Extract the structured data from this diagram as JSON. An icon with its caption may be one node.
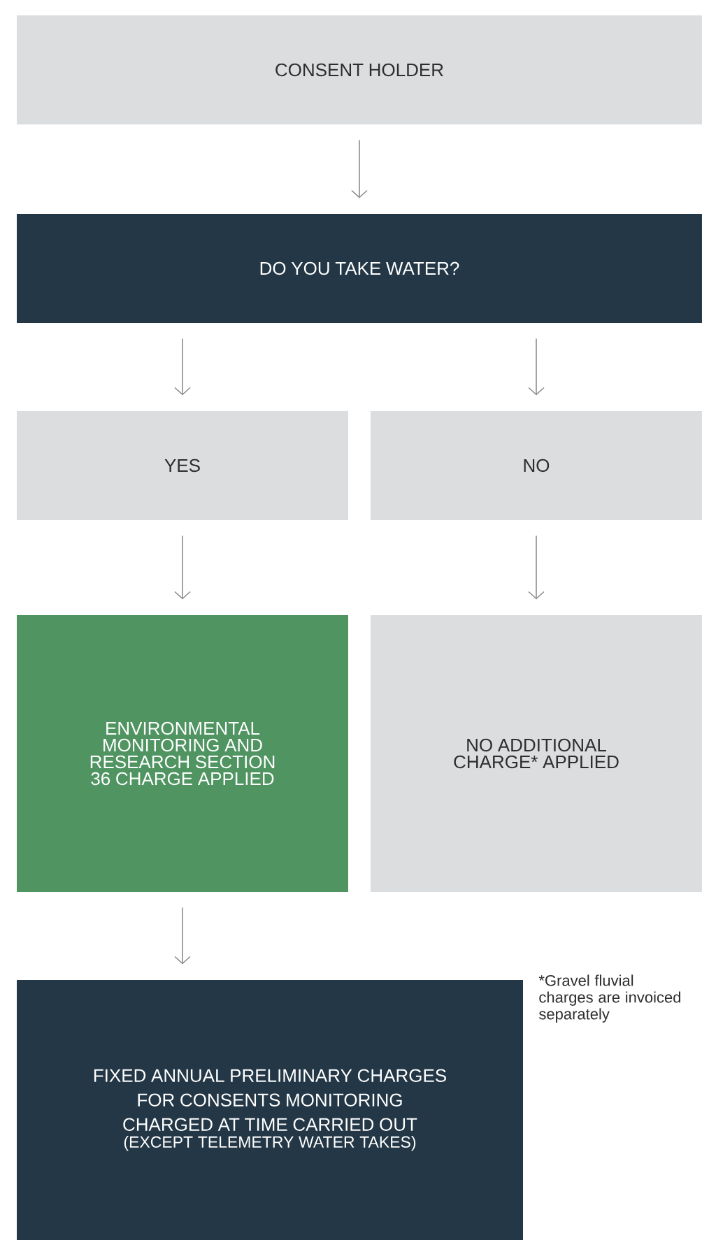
{
  "diagram": {
    "nodes": [
      {
        "text": [
          "CONSENT HOLDER"
        ]
      },
      {
        "text": [
          "DO YOU TAKE WATER?"
        ]
      },
      {
        "text": [
          "YES"
        ]
      },
      {
        "text": [
          "NO"
        ]
      },
      {
        "text": [
          "ENVIRONMENTAL MONITORING AND RESEARCH SECTION 36 CHARGE APPLIED"
        ]
      },
      {
        "text": [
          "NO ADDITIONAL CHARGE* APPLIED"
        ]
      },
      {
        "text": [
          "FIXED ANNUAL PRELIMINARY CHARGES FOR CONSENTS MONITORING CHARGED AT TIME CARRIED OUT",
          "(EXCEPT TELEMETRY WATER TAKES)"
        ]
      }
    ],
    "edges": [
      {
        "from": 0,
        "to": 1,
        "arrow": "to"
      },
      {
        "from": 1,
        "to": 2,
        "arrow": "to"
      },
      {
        "from": 1,
        "to": 3,
        "arrow": "to"
      },
      {
        "from": 2,
        "to": 4,
        "arrow": "to"
      },
      {
        "from": 3,
        "to": 5,
        "arrow": "to"
      },
      {
        "from": 4,
        "to": 6,
        "arrow": "to"
      }
    ],
    "labels": [
      "*Gravel fluvial charges are invoiced separately"
    ]
  }
}
